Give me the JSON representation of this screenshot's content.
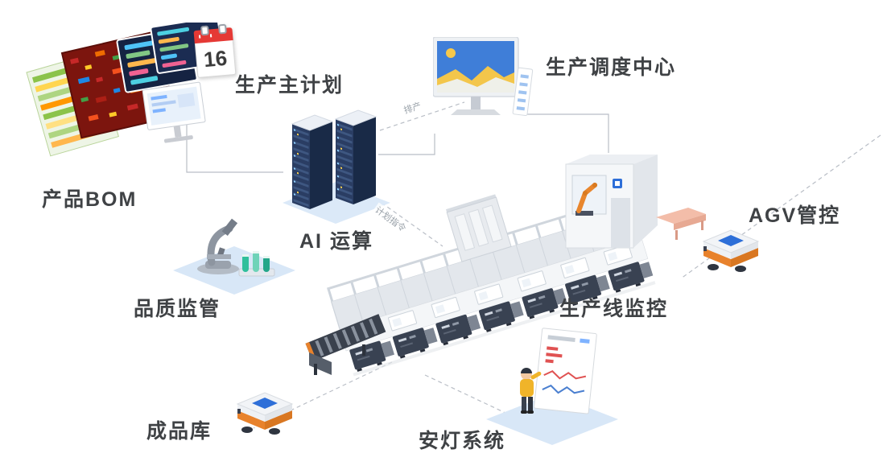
{
  "palette": {
    "label_text": "#3f4245",
    "connector_gray": "#b9bec6",
    "platform_blue": "#d8e7f7",
    "server_navy": "#2a3d63",
    "agv_orange": "#e8822c",
    "calendar_red": "#e53935",
    "screen_blue": "#3f7ed8",
    "chart_yellow": "#f3c64b",
    "alert_red": "#e05252",
    "machine_dark": "#394252",
    "robot_orange": "#e8862d",
    "tube_green": "#2fbf9b"
  },
  "nodes": {
    "bom": {
      "label": "产品BOM"
    },
    "master_plan": {
      "label": "生产主计划"
    },
    "dispatch_center": {
      "label": "生产调度中心"
    },
    "ai_compute": {
      "label": "AI 运算"
    },
    "quality": {
      "label": "品质监管"
    },
    "line_monitor": {
      "label": "生产线监控"
    },
    "agv_control": {
      "label": "AGV管控"
    },
    "finished_warehouse": {
      "label": "成品库"
    },
    "andon": {
      "label": "安灯系统"
    }
  },
  "calendar": {
    "day": "16"
  },
  "edge_labels": [
    {
      "text": "排产"
    },
    {
      "text": "计划指令"
    }
  ]
}
